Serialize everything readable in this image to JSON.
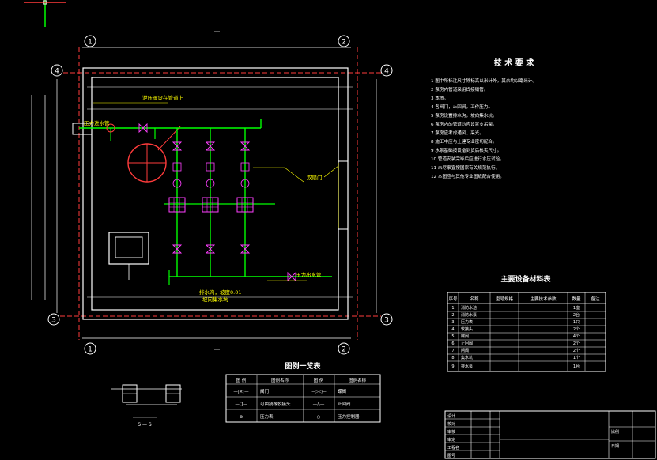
{
  "axes": {
    "top_left": "1",
    "top_right": "2",
    "bottom_left": "1",
    "bottom_right": "2",
    "left_top": "4",
    "right_top": "4",
    "left_bottom": "3",
    "right_bottom": "3"
  },
  "plan": {
    "label_inlet": "压力进水管",
    "label_outlet": "压力出水管",
    "label_door": "双扇门",
    "label_top_note": "泄压阀设在管道上",
    "label_bottom_note": "排水沟，坡度0.01",
    "label_bottom_note2": "坡向集水坑"
  },
  "tech_notes": {
    "title": "技 术 要 求",
    "lines": [
      "1 图中所标注尺寸除标高以米计外，其余均以毫米计。",
      "2 泵房内管道采用焊接钢管。",
      "3 本图。",
      "4 各阀门，止回阀，工作压力。",
      "5 泵房设置排水沟，坡向集水坑。",
      "6 泵房内的管道均应设置支吊架。",
      "7 泵房应考虑通风、采光。",
      "8 施工中应与土建专业密切配合。",
      "9 水泵基础按设备到货后核实尺寸。",
      "10 管道安装完毕后应进行水压试验。",
      "11 未尽事宜按国家有关规范执行。",
      "12 本图应与其他专业图纸配合使用。"
    ]
  },
  "equipment_table": {
    "title": "主要设备材料表",
    "headers": [
      "序号",
      "名称",
      "型号规格",
      "主要技术参数",
      "数量",
      "备注"
    ],
    "rows": [
      [
        "1",
        "消防水池",
        "",
        "",
        "1座",
        ""
      ],
      [
        "2",
        "消防水泵",
        "",
        "",
        "2台",
        ""
      ],
      [
        "3",
        "压力表",
        "",
        "",
        "1只",
        ""
      ],
      [
        "4",
        "软接头",
        "",
        "",
        "2个",
        ""
      ],
      [
        "5",
        "蝶阀",
        "",
        "",
        "4个",
        ""
      ],
      [
        "6",
        "止回阀",
        "",
        "",
        "2个",
        ""
      ],
      [
        "7",
        "闸阀",
        "",
        "",
        "2个",
        ""
      ],
      [
        "8",
        "集水坑",
        "",
        "",
        "1个",
        ""
      ],
      [
        "9",
        "排水泵",
        "",
        "",
        "1台",
        ""
      ]
    ]
  },
  "legend": {
    "title": "图例一览表",
    "headers": [
      "图 例",
      "图例名称",
      "图 例",
      "图例名称"
    ],
    "rows": [
      [
        "—|×|—",
        "阀门",
        "—▷◁—",
        "蝶阀"
      ],
      [
        "—[]—",
        "可曲挠橡胶接头",
        "—/\\—",
        "止回阀"
      ],
      [
        "—⊗—",
        "压力表",
        "—○—",
        "压力控制器"
      ]
    ]
  },
  "section": {
    "label": "S — S"
  },
  "title_block": {
    "rows_left": [
      "设计",
      "校对",
      "审核",
      "审定",
      "工程名",
      "图号"
    ],
    "right_labels": [
      "比例",
      "日期"
    ]
  }
}
